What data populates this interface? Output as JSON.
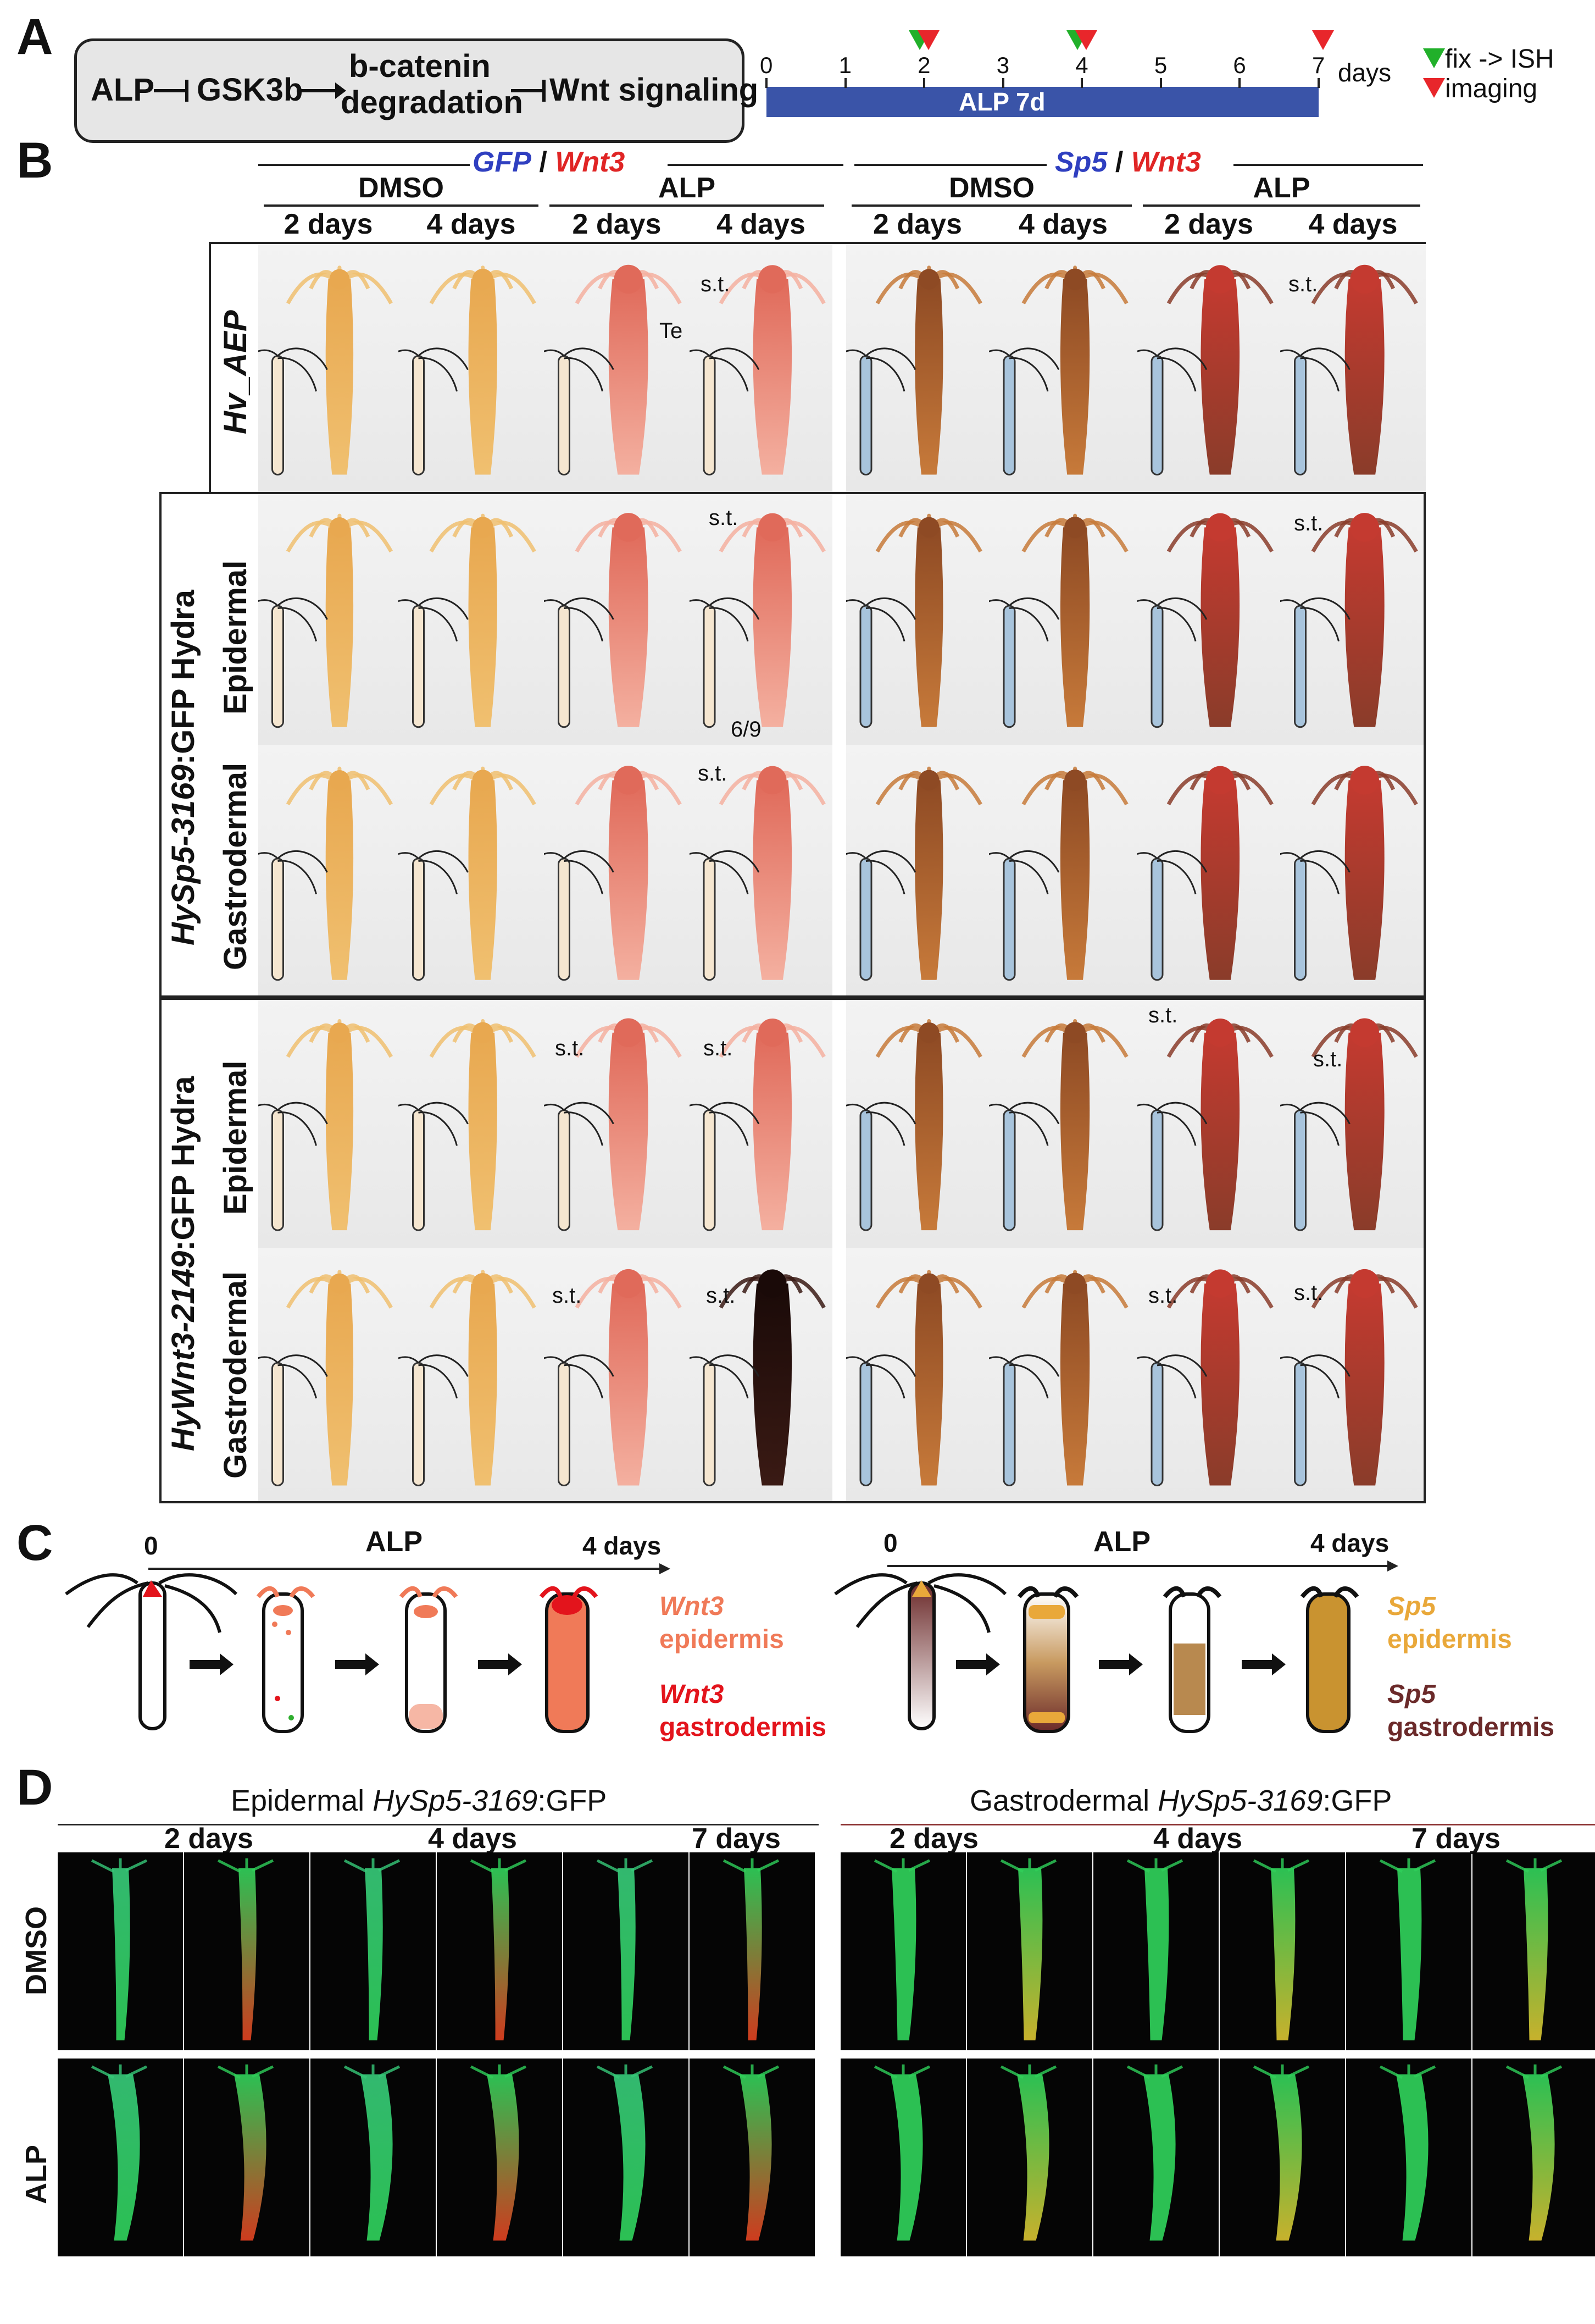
{
  "panels": {
    "a": "A",
    "b": "B",
    "c": "C",
    "d": "D"
  },
  "pathway": {
    "alp": "ALP",
    "gsk": "GSK3b",
    "bcat_top": "b-catenin",
    "bcat_bottom": "degradation",
    "wnt": "Wnt signaling"
  },
  "timeline": {
    "ticks": [
      "0",
      "1",
      "2",
      "3",
      "4",
      "5",
      "6",
      "7"
    ],
    "unit": "days",
    "bar_label": "ALP 7d",
    "legend_fix": "fix -> ISH",
    "legend_imaging": "imaging",
    "fix_days": [
      2,
      4
    ],
    "imaging_days": [
      2,
      4,
      7
    ],
    "colors": {
      "bar": "#3a54a8",
      "fix": "#21b02a",
      "imaging": "#e8262b"
    }
  },
  "panel_b": {
    "group1": {
      "probe1": "GFP",
      "slash": " / ",
      "probe2": "Wnt3"
    },
    "group2": {
      "probe1": "Sp5",
      "slash": " / ",
      "probe2": "Wnt3"
    },
    "conditions": [
      "DMSO",
      "ALP",
      "DMSO",
      "ALP"
    ],
    "timepoints": [
      "2 days",
      "4 days",
      "2 days",
      "4 days",
      "2 days",
      "4 days",
      "2 days",
      "4 days"
    ],
    "strain": "Hv_AEP",
    "line1": {
      "italic": "HySp5-3169",
      "rest": ":GFP Hydra"
    },
    "line2": {
      "italic": "HyWnt3-2149",
      "rest": ":GFP Hydra"
    },
    "layers": {
      "epi": "Epidermal",
      "gastro": "Gastrodermal"
    },
    "annotations": {
      "st": "s.t.",
      "te": "Te",
      "ratio": "6/9"
    },
    "colors": {
      "blue": "#2f3fc0",
      "red": "#e02525"
    }
  },
  "panel_c": {
    "left": {
      "start": "0",
      "drug": "ALP",
      "end": "4 days",
      "label1_gene": "Wnt3",
      "label1_layer": "epidermis",
      "label2_gene": "Wnt3",
      "label2_layer": "gastrodermis"
    },
    "right": {
      "start": "0",
      "drug": "ALP",
      "end": "4 days",
      "label1_gene": "Sp5",
      "label1_layer": "epidermis",
      "label2_gene": "Sp5",
      "label2_layer": "gastrodermis"
    },
    "colors": {
      "wnt_epi": "#f07a58",
      "wnt_gastro": "#e3141c",
      "sp5_epi": "#e9a83a",
      "sp5_gastro": "#6b2a2a"
    }
  },
  "panel_d": {
    "left_title": {
      "pre": "Epidermal ",
      "italic": "HySp5-3169",
      "post": ":GFP"
    },
    "right_title": {
      "pre": "Gastrodermal ",
      "italic": "HySp5-3169",
      "post": ":GFP"
    },
    "timepoints": [
      "2 days",
      "4 days",
      "7 days",
      "2 days",
      "4 days",
      "7 days"
    ],
    "rows": [
      "DMSO",
      "ALP"
    ]
  }
}
